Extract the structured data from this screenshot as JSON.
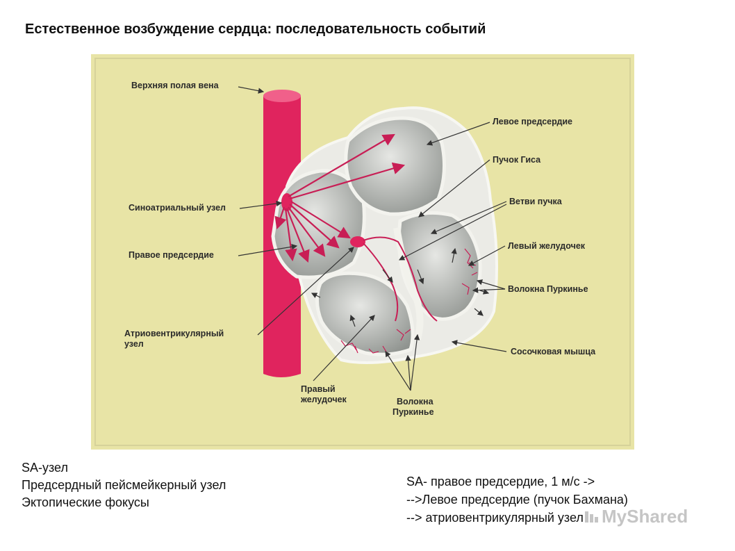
{
  "title": "Естественное возбуждение сердца: последовательность событий",
  "figure": {
    "labels": {
      "svc": "Верхняя полая вена",
      "left_atrium": "Левое предсердие",
      "his_bundle": "Пучок Гиса",
      "sa_node": "Синоатриальный узел",
      "bundle_branches": "Ветви пучка",
      "right_atrium": "Правое предсердие",
      "left_ventricle": "Левый желудочек",
      "purkinje_right": "Волокна Пуркинье",
      "av_node_line1": "Атриовентрикулярный",
      "av_node_line2": "узел",
      "papillary": "Сосочковая мышца",
      "right_ventricle_line1": "Правый",
      "right_ventricle_line2": "желудочек",
      "purkinje_bottom_line1": "Волокна",
      "purkinje_bottom_line2": "Пуркинье"
    },
    "colors": {
      "background": "#e8e4a6",
      "vessel": "#e0245e",
      "chamber": "#b4b7b4",
      "outline": "#f2f2ea",
      "pathway": "#c81e55"
    }
  },
  "notes_left": [
    "SA-узел",
    "Предсердный пейсмейкерный узел",
    "Эктопические фокусы"
  ],
  "notes_right": [
    "SA- правое предсердие, 1 м/с ->",
    "-->Левое предсердие (пучок Бахмана)",
    "--> атриовентрикулярный узел"
  ],
  "watermark": "MyShared"
}
